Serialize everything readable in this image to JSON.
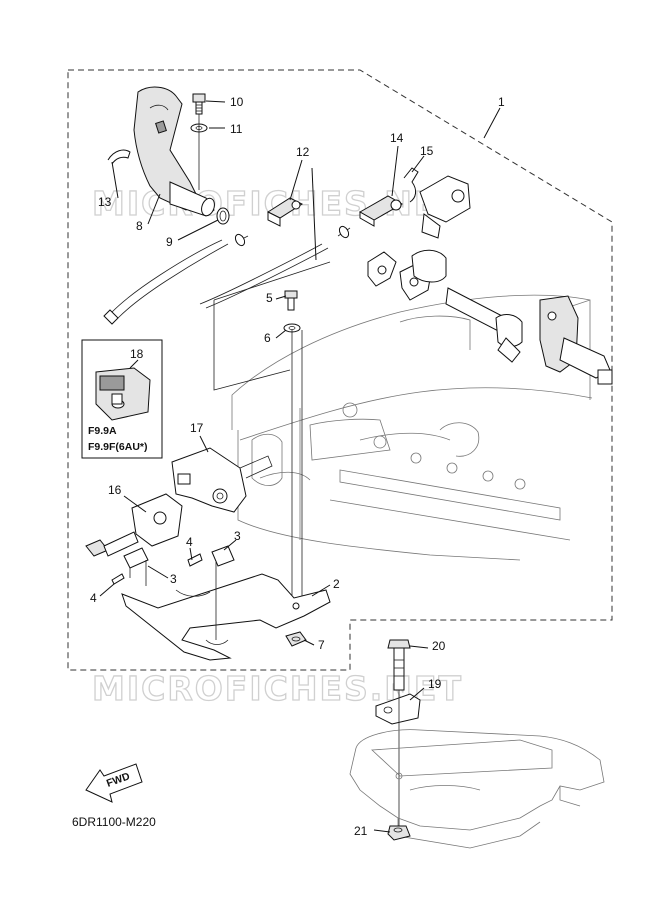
{
  "watermark": "MICROFICHES.NET",
  "diagram_code": "6DR1100-M220",
  "fwd_label": "FWD",
  "model_note": [
    "F9.9A",
    "F9.9F(6AU*)"
  ],
  "callouts": [
    "1",
    "2",
    "3",
    "3",
    "4",
    "4",
    "5",
    "6",
    "7",
    "8",
    "9",
    "10",
    "11",
    "12",
    "13",
    "14",
    "15",
    "16",
    "17",
    "18",
    "19",
    "20",
    "21"
  ]
}
